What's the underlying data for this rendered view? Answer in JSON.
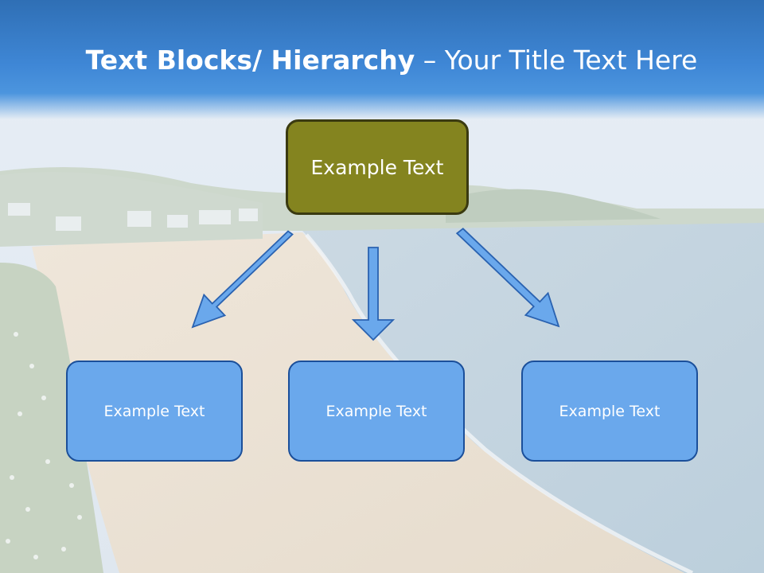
{
  "title": {
    "bold_part": "Text Blocks/ Hierarchy",
    "regular_part": " – Your Title Text Here"
  },
  "diagram": {
    "top_node": {
      "label": "Example Text"
    },
    "child_nodes": [
      {
        "label": "Example Text"
      },
      {
        "label": "Example Text"
      },
      {
        "label": "Example Text"
      }
    ]
  },
  "colors": {
    "title_bar": "#3f87d6",
    "top_node_fill": "#84841f",
    "child_node_fill": "#6aa8ec",
    "arrow_fill": "#6aa8ec",
    "arrow_stroke": "#2a62b0"
  }
}
